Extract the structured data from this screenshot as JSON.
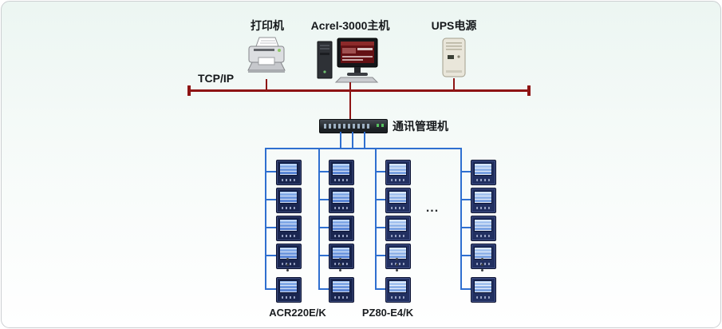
{
  "diagram": {
    "labels": {
      "printer": "打印机",
      "host": "Acrel-3000主机",
      "ups": "UPS电源",
      "bus": "TCP/IP",
      "gateway": "通讯管理机",
      "meters_left": "ACR220E/K",
      "meters_right": "PZ80-E4/K",
      "h_ellipsis": "..."
    },
    "colors": {
      "bus": "#8e1414",
      "link": "#2f6fd0"
    },
    "meter_columns": [
      {
        "series": "ACR220E/K",
        "visible_meters": 5
      },
      {
        "series": "ACR220E/K",
        "visible_meters": 5
      },
      {
        "series": "PZ80-E4/K",
        "visible_meters": 5
      },
      {
        "series": "PZ80-E4/K",
        "visible_meters": 5
      }
    ]
  }
}
